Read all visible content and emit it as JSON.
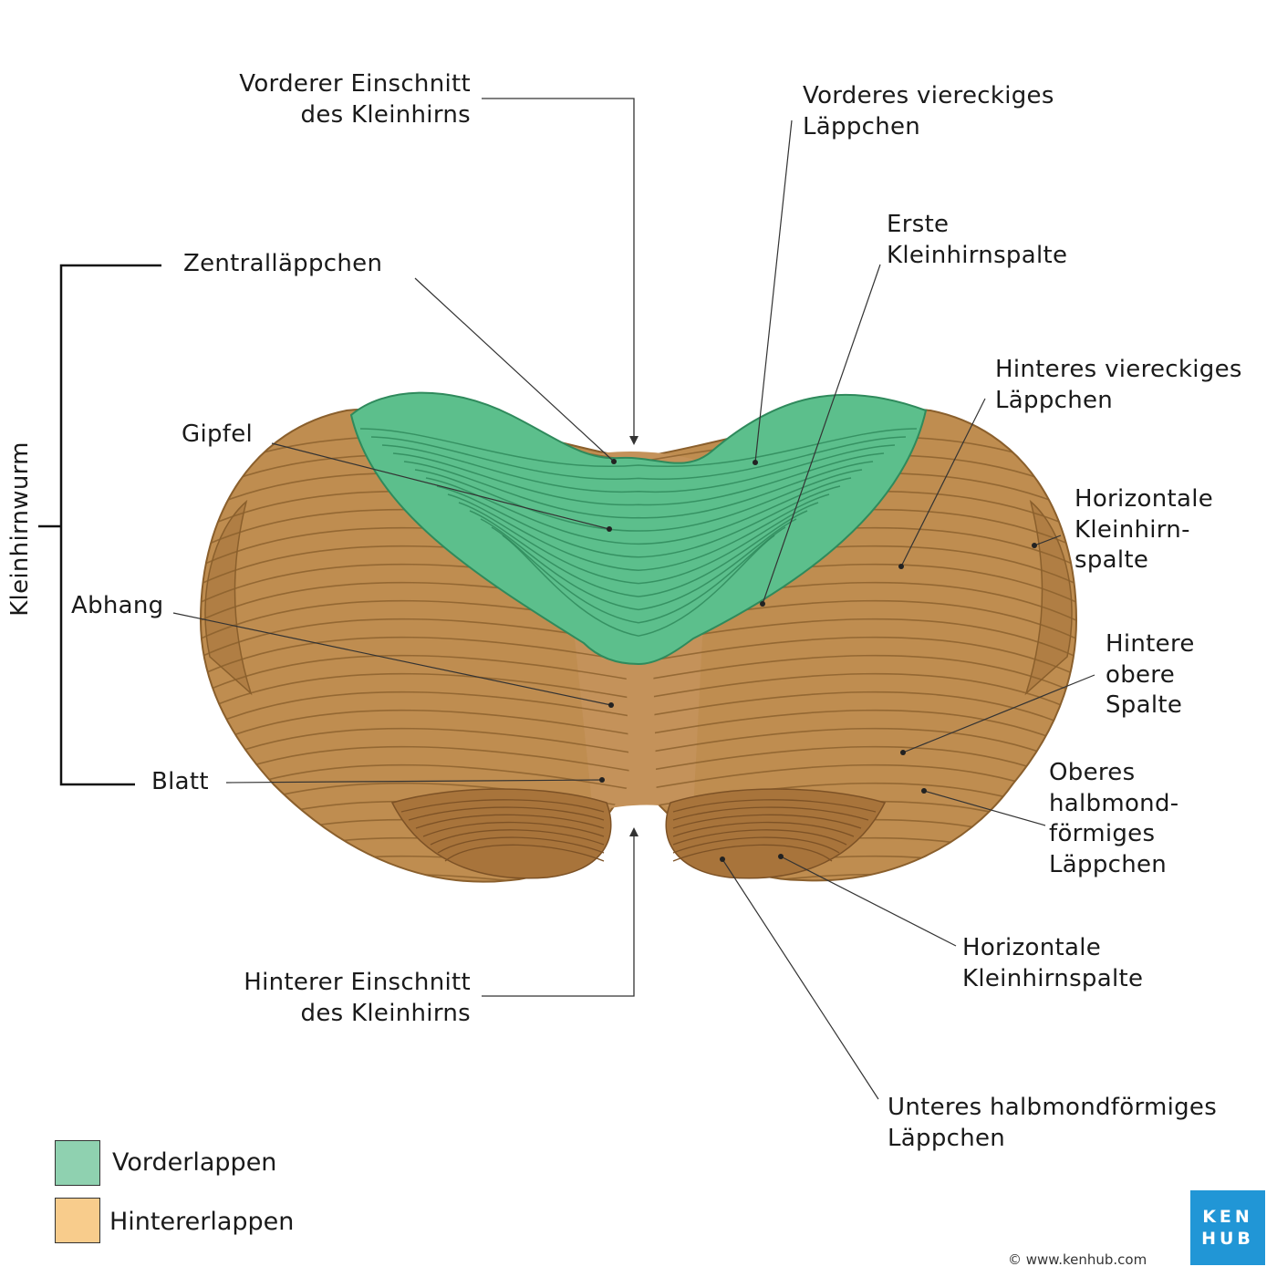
{
  "labels": {
    "anterior_notch": [
      "Vorderer Einschnitt",
      "des Kleinhirns"
    ],
    "anterior_quadrangular": [
      "Vorderes viereckiges",
      "Läppchen"
    ],
    "central_lobule": "Zentralläppchen",
    "primary_fissure": [
      "Erste",
      "Kleinhirnspalte"
    ],
    "posterior_quadrangular": [
      "Hinteres viereckiges",
      "Läppchen"
    ],
    "culmen": "Gipfel",
    "horizontal_fissure_upper": [
      "Horizontale",
      "Kleinhirn-",
      "spalte"
    ],
    "declive": "Abhang",
    "posterior_superior_fissure": [
      "Hintere",
      "obere",
      "Spalte"
    ],
    "folium": "Blatt",
    "superior_semilunar": [
      "Oberes",
      "halbmond-",
      "förmiges",
      "Läppchen"
    ],
    "horizontal_fissure_lower": [
      "Horizontale",
      "Kleinhirnspalte"
    ],
    "posterior_notch": [
      "Hinterer Einschnitt",
      "des Kleinhirns"
    ],
    "inferior_semilunar": [
      "Unteres halbmondförmiges",
      "Läppchen"
    ],
    "vermis": "Kleinhirnwurm"
  },
  "legend": [
    {
      "label": "Vorderlappen",
      "color": "#8fd1b0"
    },
    {
      "label": "Hintererlappen",
      "color": "#f8cc8c"
    }
  ],
  "colors": {
    "anterior_lobe": "#5cbf8c",
    "posterior_lobe": "#bf8d50",
    "leader_line": "#333333"
  },
  "branding": {
    "logo_top": "KEN",
    "logo_bottom": "HUB",
    "copyright": "© www.kenhub.com"
  }
}
